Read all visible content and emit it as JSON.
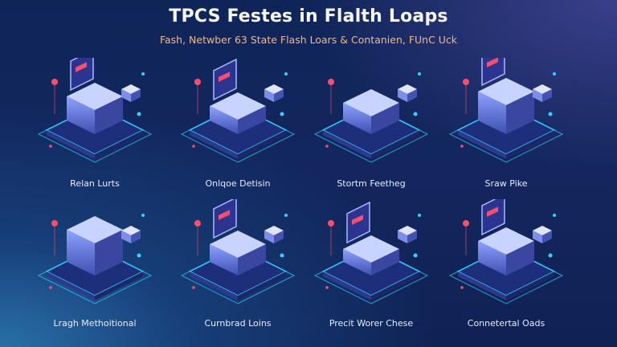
{
  "header": {
    "title": "TPCS Festes in Flalth Loaps",
    "subtitle": "Fash, Netwber 63 State Flash Loars & Contanien, FUnC Uck"
  },
  "cards": [
    {
      "label": "Relan Lurts",
      "icon": "laptop-dashboard-icon"
    },
    {
      "label": "Onlqoe Detisin",
      "icon": "phone-platform-icon"
    },
    {
      "label": "Stortm Feetheg",
      "icon": "server-blocks-icon"
    },
    {
      "label": "Sraw Pike",
      "icon": "workstation-icon"
    },
    {
      "label": "Lragh Methoitional",
      "icon": "server-rack-icon"
    },
    {
      "label": "Curnbrad Loins",
      "icon": "tablet-platform-icon"
    },
    {
      "label": "Precit Worer Chese",
      "icon": "device-platform-icon"
    },
    {
      "label": "Connetertal Oads",
      "icon": "laptop-cube-icon"
    }
  ],
  "colors": {
    "accent": "#2fd3ff",
    "highlight": "#ff4d6d",
    "platform": "#5b6fd6"
  }
}
